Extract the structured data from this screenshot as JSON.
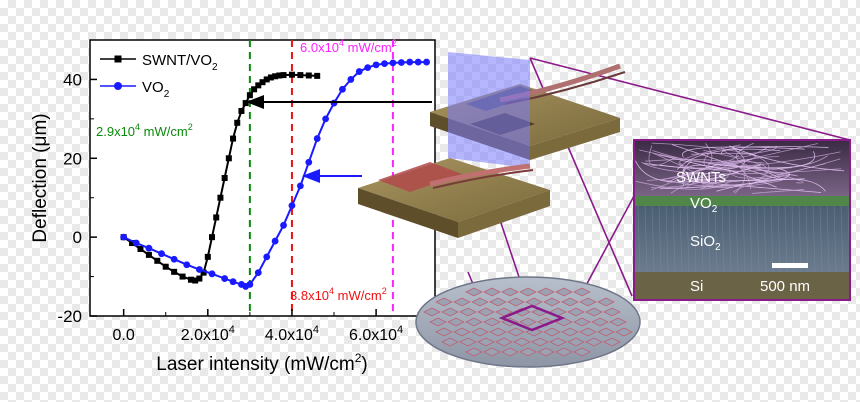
{
  "chart_data": {
    "type": "line",
    "xlabel": "Laser intensity (mW/cm",
    "xlabel_sup": "2",
    "xlabel_end": ")",
    "ylabel": "Deflection (μm)",
    "xlim": [
      -8000,
      74000
    ],
    "ylim": [
      -20,
      50
    ],
    "x_ticks": [
      {
        "value": 0,
        "label": "0.0"
      },
      {
        "value": 20000,
        "label": "2.0x10",
        "sup": "4"
      },
      {
        "value": 40000,
        "label": "4.0x10",
        "sup": "4"
      },
      {
        "value": 60000,
        "label": "6.0x10",
        "sup": "4"
      }
    ],
    "y_ticks": [
      {
        "value": -20,
        "label": "-20"
      },
      {
        "value": 0,
        "label": "0"
      },
      {
        "value": 20,
        "label": "20"
      },
      {
        "value": 40,
        "label": "40"
      }
    ],
    "legend": [
      {
        "label": "SWNT/VO",
        "sub": "2",
        "color": "#000000",
        "marker": "square"
      },
      {
        "label": "VO",
        "sub": "2",
        "color": "#1a1aff",
        "marker": "circle"
      }
    ],
    "series": [
      {
        "name": "SWNT/VO2",
        "color": "#000000",
        "marker": "square",
        "x": [
          0,
          2000,
          4000,
          6000,
          8000,
          10000,
          12000,
          14000,
          16000,
          17000,
          18000,
          19000,
          20000,
          21000,
          22000,
          23000,
          24000,
          25000,
          26000,
          27000,
          28000,
          29000,
          30000,
          31000,
          32000,
          33000,
          34000,
          35000,
          36000,
          37000,
          38000,
          40000,
          42000,
          44000,
          46000
        ],
        "y": [
          0,
          -1.5,
          -3,
          -4.5,
          -6,
          -7.5,
          -8.8,
          -10,
          -10.8,
          -11,
          -10.5,
          -9,
          -5,
          0,
          5,
          10,
          15,
          20,
          25,
          29,
          32,
          34,
          36,
          37.5,
          38.5,
          39.3,
          40,
          40.5,
          40.8,
          41,
          41.1,
          41.2,
          41.1,
          41,
          40.9
        ]
      },
      {
        "name": "VO2",
        "color": "#1a1aff",
        "marker": "circle",
        "x": [
          0,
          3000,
          6000,
          9000,
          12000,
          15000,
          18000,
          21000,
          24000,
          26000,
          28000,
          29000,
          30000,
          32000,
          34000,
          36000,
          38000,
          40000,
          42000,
          44000,
          46000,
          48000,
          50000,
          52000,
          54000,
          56000,
          58000,
          60000,
          62000,
          64000,
          66000,
          68000,
          70000,
          72000
        ],
        "y": [
          0,
          -1.5,
          -2.8,
          -4.2,
          -5.6,
          -7,
          -8.2,
          -9.3,
          -10.5,
          -11.3,
          -12,
          -12.5,
          -12,
          -9,
          -5,
          -1,
          3,
          8,
          13,
          19,
          25,
          30,
          34,
          37.5,
          40,
          42,
          43,
          43.7,
          44,
          44.2,
          44.3,
          44.4,
          44.4,
          44.4
        ]
      }
    ],
    "vlines": [
      {
        "x": 30000,
        "color": "#0a8a0a"
      },
      {
        "x": 40000,
        "color": "#ee1111"
      },
      {
        "x": 64000,
        "color": "#ff22ff"
      }
    ],
    "annotations": [
      {
        "text": "2.9x10",
        "sup": "4",
        "end": " mW/cm",
        "sup2": "2",
        "color": "#0a8a0a"
      },
      {
        "text": "3.8x10",
        "sup": "4",
        "end": " mW/cm",
        "sup2": "2",
        "color": "#ee1111"
      },
      {
        "text": "6.0x10",
        "sup": "4",
        "end": " mW/cm",
        "sup2": "2",
        "color": "#ff22ff"
      }
    ]
  },
  "sem_labels": {
    "swnts": "SWNTs",
    "vo2": "VO",
    "vo2_sub": "2",
    "sio2": "SiO",
    "sio2_sub": "2",
    "si": "Si",
    "scale": "500 nm"
  },
  "colors": {
    "frame_purple": "#8a1a8a",
    "wood": "#8c7a4a",
    "wood_dark": "#5a4a28",
    "sem_si": "#6b6346",
    "sem_sio2": "#5e6e80",
    "sem_vo2": "#4f8a4a",
    "sem_swnt": "#6e5a7a"
  }
}
